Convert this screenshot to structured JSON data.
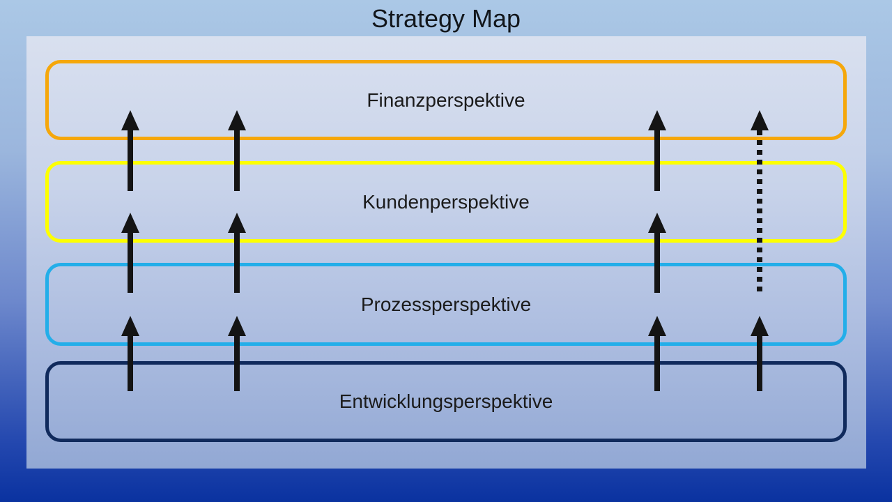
{
  "title": "Strategy Map",
  "colors": {
    "background_top": "#ABC8E6",
    "background_bottom": "#0A32A0",
    "panel_top": "#D9E0EF",
    "panel_bottom": "#92A8D4",
    "arrow": "#141414",
    "label_text": "#1B1B1B",
    "title_text": "#12161B"
  },
  "bands": [
    {
      "id": "finanzperspektive",
      "label": "Finanzperspektive",
      "border_color": "#F5A70B"
    },
    {
      "id": "kundenperspektive",
      "label": "Kundenperspektive",
      "border_color": "#FDFF00"
    },
    {
      "id": "prozessperspektive",
      "label": "Prozessperspektive",
      "border_color": "#23AEE9"
    },
    {
      "id": "entwicklungsperspektive",
      "label": "Entwicklungsperspektive",
      "border_color": "#102A5C"
    }
  ],
  "arrows": [
    {
      "column": 1,
      "from": "kundenperspektive",
      "to": "finanzperspektive",
      "style": "solid"
    },
    {
      "column": 2,
      "from": "kundenperspektive",
      "to": "finanzperspektive",
      "style": "solid"
    },
    {
      "column": 3,
      "from": "kundenperspektive",
      "to": "finanzperspektive",
      "style": "solid"
    },
    {
      "column": 1,
      "from": "prozessperspektive",
      "to": "kundenperspektive",
      "style": "solid"
    },
    {
      "column": 2,
      "from": "prozessperspektive",
      "to": "kundenperspektive",
      "style": "solid"
    },
    {
      "column": 3,
      "from": "prozessperspektive",
      "to": "kundenperspektive",
      "style": "solid"
    },
    {
      "column": 1,
      "from": "entwicklungsperspektive",
      "to": "prozessperspektive",
      "style": "solid"
    },
    {
      "column": 2,
      "from": "entwicklungsperspektive",
      "to": "prozessperspektive",
      "style": "solid"
    },
    {
      "column": 3,
      "from": "entwicklungsperspektive",
      "to": "prozessperspektive",
      "style": "solid"
    },
    {
      "column": 4,
      "from": "entwicklungsperspektive",
      "to": "prozessperspektive",
      "style": "solid"
    },
    {
      "column": 4,
      "from": "prozessperspektive",
      "to": "finanzperspektive",
      "style": "dotted"
    }
  ]
}
